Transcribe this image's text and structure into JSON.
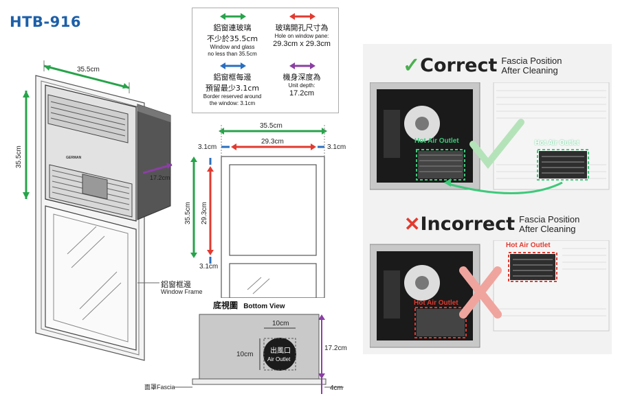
{
  "model": "HTB-916",
  "legend": {
    "window_glass_zh": "鋁窗連玻璃",
    "window_glass_zh2": "不少於35.5cm",
    "window_glass_en": "Window and glass",
    "window_glass_en2": "no less than 35.5cm",
    "hole_zh": "玻璃開孔尺寸為",
    "hole_en": "Hole on window pane:",
    "hole_val": "29.3cm x 29.3cm",
    "border_zh": "鋁窗框每邊",
    "border_zh2": "預留最少3.1cm",
    "border_en": "Border reserved around",
    "border_en2": "the window: 3.1cm",
    "depth_zh": "機身深度為",
    "depth_en": "Unit depth:",
    "depth_val": "17.2cm",
    "colors": {
      "green": "#27a34a",
      "red": "#e23a2f",
      "blue": "#2a6fc0",
      "purple": "#8a3fa3"
    }
  },
  "left_drawing": {
    "width_label": "35.5cm",
    "height_label": "35.5cm",
    "depth_label": "17.2cm",
    "brand": "GERMAN",
    "frame_label_zh": "鋁窗框邊",
    "frame_label_en": "Window Frame"
  },
  "front_view": {
    "total_width": "35.5cm",
    "hole_width": "29.3cm",
    "border_left": "3.1cm",
    "border_right": "3.1cm",
    "total_height": "35.5cm",
    "hole_height": "29.3cm",
    "border_bottom": "3.1cm"
  },
  "bottom_view": {
    "title_zh": "底視圖",
    "title_en": "Bottom View",
    "outlet_w": "10cm",
    "outlet_h": "10cm",
    "outlet_zh": "出風口",
    "outlet_en": "Air Outlet",
    "depth": "17.2cm",
    "fascia_depth": "4cm",
    "fascia_label": "面罩Fascia"
  },
  "correct": {
    "mark": "✓",
    "word": "Correct",
    "sub1": "Fascia Position",
    "sub2": "After Cleaning",
    "outlet_left": "Hot Air Outlet",
    "outlet_right": "Hot Air Outlet"
  },
  "incorrect": {
    "mark": "✕",
    "word": "Incorrect",
    "sub1": "Fascia Position",
    "sub2": "After Cleaning",
    "outlet_left": "Hot Air Outlet",
    "outlet_right": "Hot Air Outlet"
  }
}
